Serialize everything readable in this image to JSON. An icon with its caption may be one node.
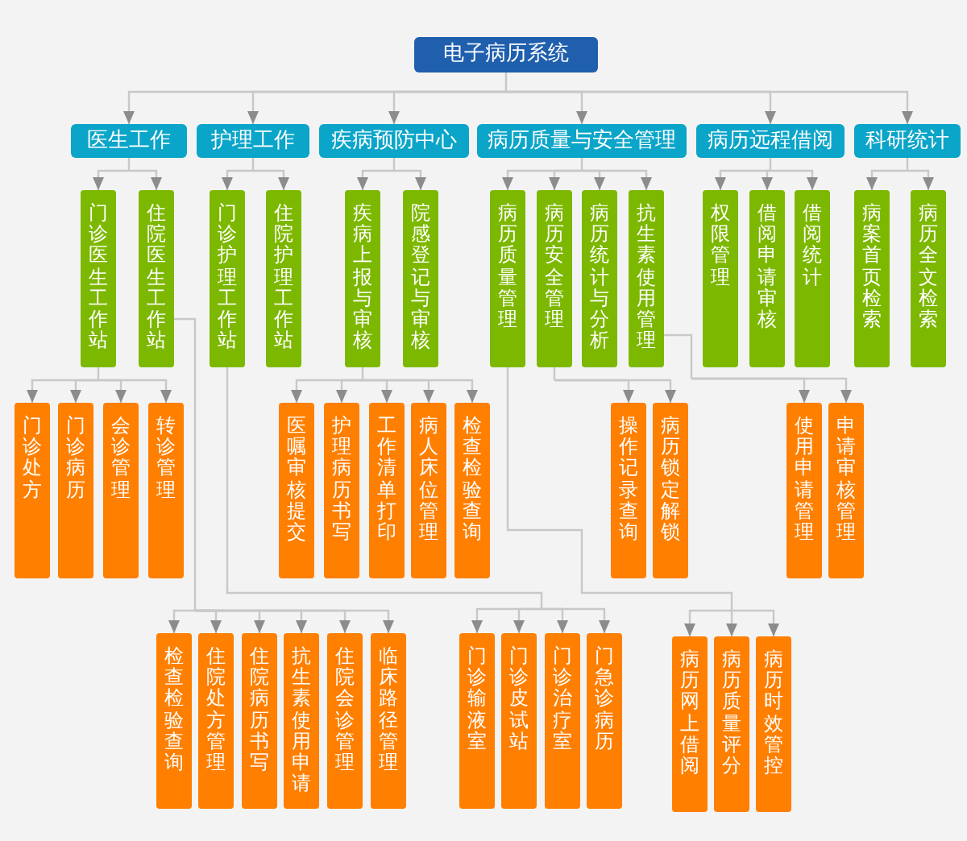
{
  "diagram": {
    "nodes": [
      {
        "text": [
          "电子病历系统"
        ]
      },
      {
        "text": [
          "医生工作"
        ]
      },
      {
        "text": [
          "护理工作"
        ]
      },
      {
        "text": [
          "疾病预防中心"
        ]
      },
      {
        "text": [
          "病历质量与安全管理"
        ]
      },
      {
        "text": [
          "病历远程借阅"
        ]
      },
      {
        "text": [
          "科研统计"
        ]
      },
      {
        "text": [
          "门诊医生工作站"
        ]
      },
      {
        "text": [
          "住院医生工作站"
        ]
      },
      {
        "text": [
          "门诊护理工作站"
        ]
      },
      {
        "text": [
          "住院护理工作站"
        ]
      },
      {
        "text": [
          "疾病上报与审核"
        ]
      },
      {
        "text": [
          "院感登记与审核"
        ]
      },
      {
        "text": [
          "病历质量管理"
        ]
      },
      {
        "text": [
          "病历安全管理"
        ]
      },
      {
        "text": [
          "病历统计与分析"
        ]
      },
      {
        "text": [
          "抗生素使用管理"
        ]
      },
      {
        "text": [
          "权限管理"
        ]
      },
      {
        "text": [
          "借阅申请审核"
        ]
      },
      {
        "text": [
          "借阅统计"
        ]
      },
      {
        "text": [
          "病案首页检索"
        ]
      },
      {
        "text": [
          "病历全文检索"
        ]
      },
      {
        "text": [
          "门诊处方"
        ]
      },
      {
        "text": [
          "门诊病历"
        ]
      },
      {
        "text": [
          "会诊管理"
        ]
      },
      {
        "text": [
          "转诊管理"
        ]
      },
      {
        "text": [
          "医嘱审核提交"
        ]
      },
      {
        "text": [
          "护理病历书写"
        ]
      },
      {
        "text": [
          "工作清单打印"
        ]
      },
      {
        "text": [
          "病人床位管理"
        ]
      },
      {
        "text": [
          "检查检验查询"
        ]
      },
      {
        "text": [
          "操作记录查询"
        ]
      },
      {
        "text": [
          "病历锁定解锁"
        ]
      },
      {
        "text": [
          "使用申请管理"
        ]
      },
      {
        "text": [
          "申请审核管理"
        ]
      },
      {
        "text": [
          "检查检验查询"
        ]
      },
      {
        "text": [
          "住院处方管理"
        ]
      },
      {
        "text": [
          "住院病历书写"
        ]
      },
      {
        "text": [
          "抗生素使用申请"
        ]
      },
      {
        "text": [
          "住院会诊管理"
        ]
      },
      {
        "text": [
          "临床路径管理"
        ]
      },
      {
        "text": [
          "门诊输液室"
        ]
      },
      {
        "text": [
          "门诊皮试站"
        ]
      },
      {
        "text": [
          "门诊治疗室"
        ]
      },
      {
        "text": [
          "门急诊病历"
        ]
      },
      {
        "text": [
          "病历网上借阅"
        ]
      },
      {
        "text": [
          "病历质量评分"
        ]
      },
      {
        "text": [
          "病历时效管控"
        ]
      }
    ],
    "edges": [
      {
        "from": 0,
        "to": 1,
        "arrow": "to"
      },
      {
        "from": 0,
        "to": 2,
        "arrow": "to"
      },
      {
        "from": 0,
        "to": 3,
        "arrow": "to"
      },
      {
        "from": 0,
        "to": 4,
        "arrow": "to"
      },
      {
        "from": 0,
        "to": 5,
        "arrow": "to"
      },
      {
        "from": 0,
        "to": 6,
        "arrow": "to"
      },
      {
        "from": 1,
        "to": 7,
        "arrow": "to"
      },
      {
        "from": 1,
        "to": 8,
        "arrow": "to"
      },
      {
        "from": 2,
        "to": 9,
        "arrow": "to"
      },
      {
        "from": 2,
        "to": 10,
        "arrow": "to"
      },
      {
        "from": 3,
        "to": 11,
        "arrow": "to"
      },
      {
        "from": 3,
        "to": 12,
        "arrow": "to"
      },
      {
        "from": 4,
        "to": 13,
        "arrow": "to"
      },
      {
        "from": 4,
        "to": 14,
        "arrow": "to"
      },
      {
        "from": 4,
        "to": 15,
        "arrow": "to"
      },
      {
        "from": 4,
        "to": 16,
        "arrow": "to"
      },
      {
        "from": 5,
        "to": 17,
        "arrow": "to"
      },
      {
        "from": 5,
        "to": 18,
        "arrow": "to"
      },
      {
        "from": 5,
        "to": 19,
        "arrow": "to"
      },
      {
        "from": 6,
        "to": 20,
        "arrow": "to"
      },
      {
        "from": 6,
        "to": 21,
        "arrow": "to"
      },
      {
        "from": 7,
        "to": 22,
        "arrow": "to"
      },
      {
        "from": 7,
        "to": 23,
        "arrow": "to"
      },
      {
        "from": 7,
        "to": 24,
        "arrow": "to"
      },
      {
        "from": 7,
        "to": 25,
        "arrow": "to"
      },
      {
        "from": 11,
        "to": 26,
        "arrow": "to"
      },
      {
        "from": 11,
        "to": 27,
        "arrow": "to"
      },
      {
        "from": 11,
        "to": 28,
        "arrow": "to"
      },
      {
        "from": 11,
        "to": 29,
        "arrow": "to"
      },
      {
        "from": 11,
        "to": 30,
        "arrow": "to"
      },
      {
        "from": 14,
        "to": 31,
        "arrow": "to"
      },
      {
        "from": 14,
        "to": 32,
        "arrow": "to"
      },
      {
        "from": 16,
        "to": 33,
        "arrow": "to"
      },
      {
        "from": 16,
        "to": 34,
        "arrow": "to"
      },
      {
        "from": 8,
        "to": 35,
        "arrow": "to"
      },
      {
        "from": 8,
        "to": 36,
        "arrow": "to"
      },
      {
        "from": 8,
        "to": 37,
        "arrow": "to"
      },
      {
        "from": 8,
        "to": 38,
        "arrow": "to"
      },
      {
        "from": 8,
        "to": 39,
        "arrow": "to"
      },
      {
        "from": 8,
        "to": 40,
        "arrow": "to"
      },
      {
        "from": 9,
        "to": 41,
        "arrow": "to"
      },
      {
        "from": 9,
        "to": 42,
        "arrow": "to"
      },
      {
        "from": 9,
        "to": 43,
        "arrow": "to"
      },
      {
        "from": 9,
        "to": 44,
        "arrow": "to"
      },
      {
        "from": 13,
        "to": 45,
        "arrow": "to"
      },
      {
        "from": 13,
        "to": 46,
        "arrow": "to"
      },
      {
        "from": 13,
        "to": 47,
        "arrow": "to"
      }
    ]
  }
}
